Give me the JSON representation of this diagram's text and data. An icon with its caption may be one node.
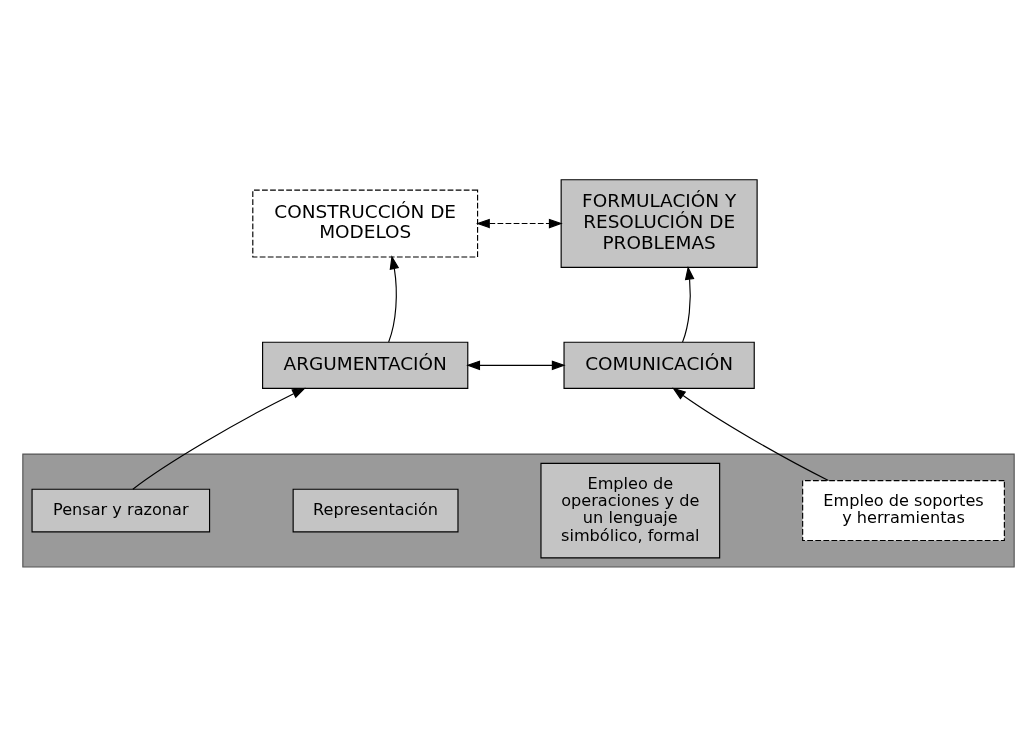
{
  "diagram": {
    "nodes": [
      {
        "text": [
          "CONSTRUCCIÓN DE MODELOS"
        ]
      },
      {
        "text": [
          "FORMULACIÓN Y RESOLUCIÓN DE PROBLEMAS"
        ]
      },
      {
        "text": [
          "ARGUMENTACIÓN"
        ]
      },
      {
        "text": [
          "COMUNICACIÓN"
        ]
      },
      {
        "text": [],
        "shape": "box"
      },
      {
        "text": [
          "Pensar y razonar"
        ],
        "in": 4
      },
      {
        "text": [
          "Representación"
        ],
        "in": 4
      },
      {
        "text": [
          "Empleo de operaciones y de un lenguaje simbólico, formal"
        ],
        "in": 4
      },
      {
        "text": [
          "Empleo de soportes y herramientas"
        ],
        "in": 4
      }
    ],
    "edges": [
      {
        "from": 0,
        "to": 1,
        "arrow": "both",
        "style": "dashed"
      },
      {
        "from": 2,
        "to": 3,
        "arrow": "both"
      },
      {
        "from": 2,
        "to": 0,
        "arrow": "to"
      },
      {
        "from": 3,
        "to": 1,
        "arrow": "to"
      },
      {
        "from": 5,
        "to": 2,
        "arrow": "to"
      },
      {
        "from": 8,
        "to": 3,
        "arrow": "to"
      }
    ]
  }
}
